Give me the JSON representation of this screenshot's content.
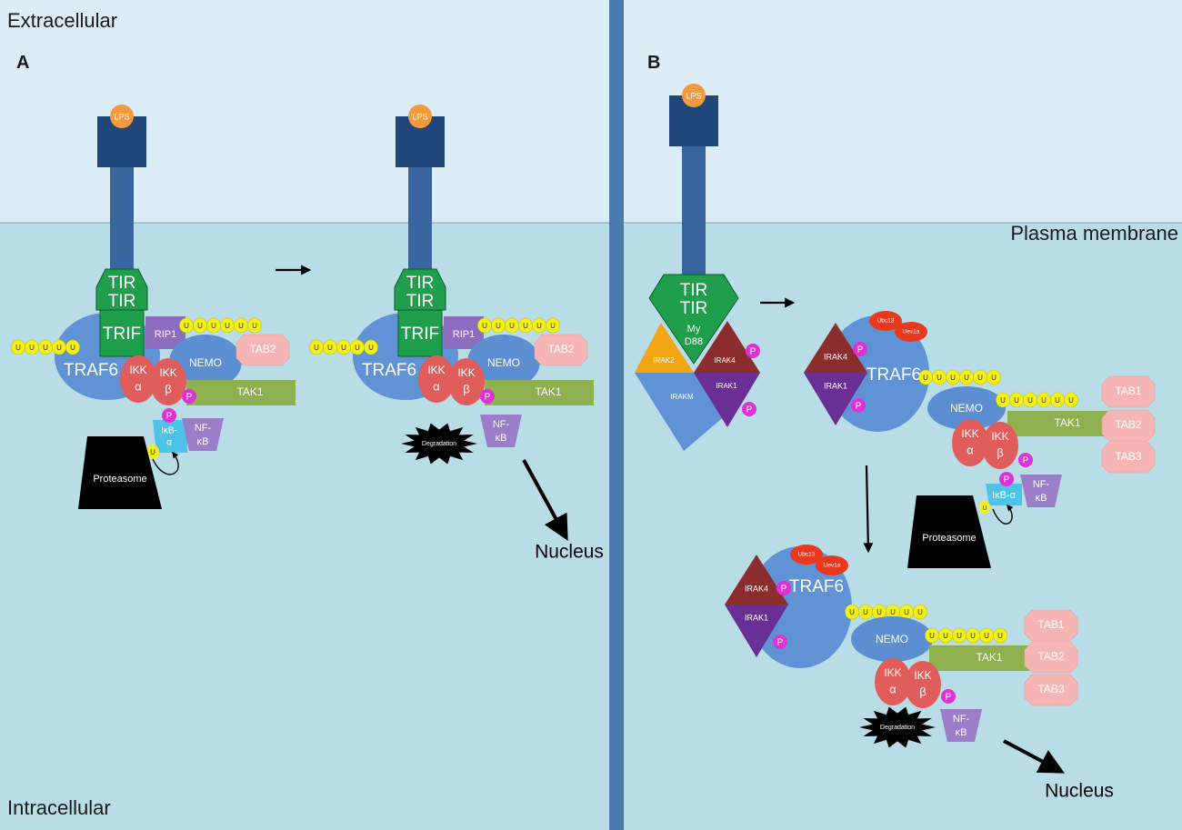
{
  "regions": {
    "extracellular": "Extracellular",
    "intracellular": "Intracellular",
    "membrane": "Plasma membrane"
  },
  "panels": {
    "a": "A",
    "b": "B"
  },
  "labels": {
    "lps": "LPS",
    "tir": "TIR",
    "trif": "TRIF",
    "myd88_1": "My",
    "myd88_2": "D88",
    "traf6": "TRAF6",
    "rip1": "RIP1",
    "nemo": "NEMO",
    "tab1": "TAB1",
    "tab2": "TAB2",
    "tab3": "TAB3",
    "tak1": "TAK1",
    "ikk": "IKK",
    "alpha": "α",
    "beta": "β",
    "p": "P",
    "u": "U",
    "ikba_1": "IκB-",
    "ikba_2": "α",
    "ikba": "IκB-α",
    "nfkb_1": "NF-",
    "nfkb_2": "κB",
    "proteasome": "Proteasome",
    "degradation": "Degradation",
    "nucleus": "Nucleus",
    "irak1": "IRAK1",
    "irak2": "IRAK2",
    "irak4": "IRAK4",
    "irakm": "IRAKM",
    "ubc13": "Ubc13",
    "uev1a": "Uev1a"
  },
  "colors": {
    "extracellular_bg": "#dcedf5",
    "intracellular_bg": "#b8dde6",
    "divider": "#4a79b0",
    "receptor_dark": "#1f477a",
    "receptor_stalk": "#3a66a0",
    "tir_green": "#1f9e4c",
    "lps": "#f39a3c",
    "traf6": "#5f93d6",
    "nemo": "#5c8ed2",
    "rip1": "#8d6dbf",
    "tab_pink": "#f6b5b5",
    "tak1": "#8fb04f",
    "ikk_red": "#e05d5b",
    "p_magenta": "#e030d6",
    "ub_yellow": "#f3f016",
    "ikba_cyan": "#4ec3e8",
    "nfkb_purple": "#9a7fc8",
    "proteasome": "#000000",
    "irak4": "#8b2d2d",
    "irak1": "#6a2f94",
    "irak2": "#f2a614",
    "irakm": "#5f93d6",
    "ubc13_red": "#e8391e"
  }
}
